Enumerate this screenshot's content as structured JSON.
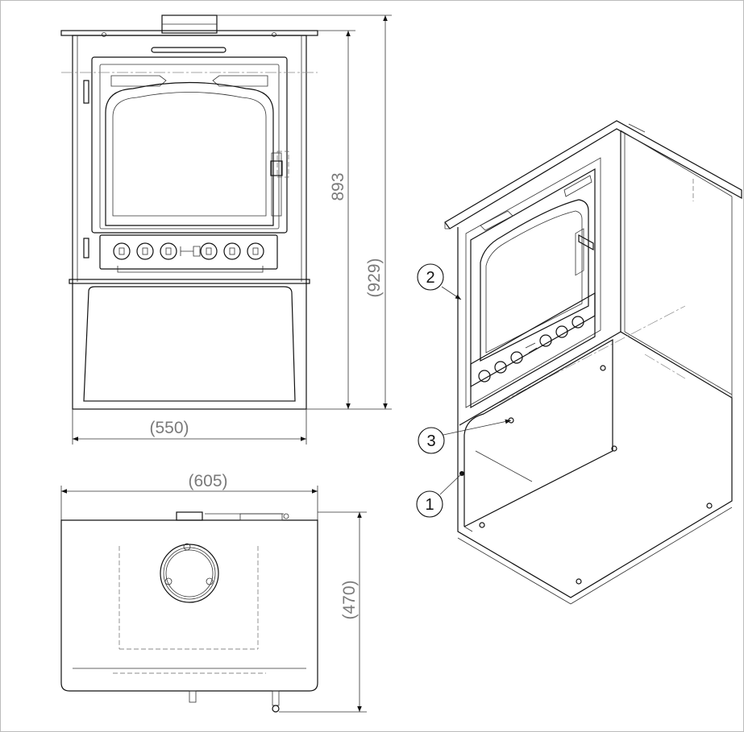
{
  "dimensions": {
    "height_inner": "893",
    "height_overall": "(929)",
    "width_front": "(550)",
    "width_top": "(605)",
    "depth_top": "(470)"
  },
  "balloons": {
    "b1": "1",
    "b2": "2",
    "b3": "3"
  }
}
